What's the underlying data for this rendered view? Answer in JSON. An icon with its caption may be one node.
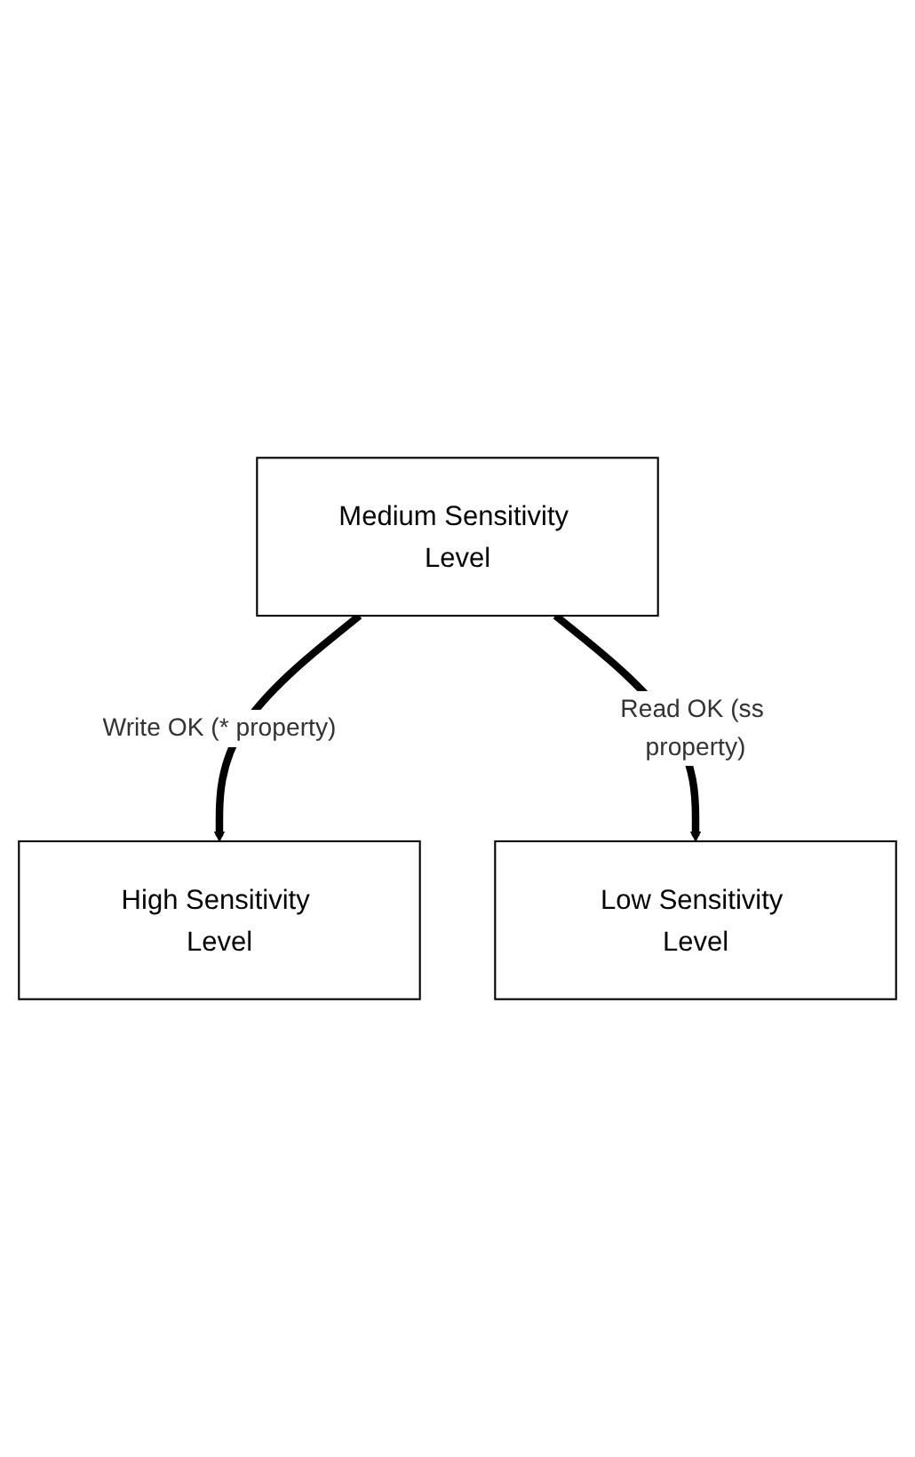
{
  "diagram": {
    "nodes": [
      {
        "text": [
          "High Sensitivity Level"
        ]
      },
      {
        "text": [
          "Medium Sensitivity Level"
        ]
      },
      {
        "text": [
          "Low Sensitivity Level"
        ]
      }
    ],
    "edges": [
      {
        "from": 1,
        "to": 0,
        "arrow": "to",
        "label": "Write OK (* property)"
      },
      {
        "from": 1,
        "to": 2,
        "arrow": "to",
        "label": "Read OK (ss property)"
      }
    ]
  }
}
